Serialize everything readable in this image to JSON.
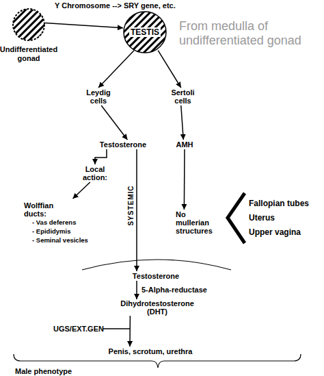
{
  "diagram": {
    "nodes": [
      {
        "text": [
          "Undifferentiated gonad"
        ]
      },
      {
        "text": [
          "TESTIS"
        ]
      },
      {
        "text": [
          "Leydig cells"
        ]
      },
      {
        "text": [
          "Sertoli cells"
        ]
      },
      {
        "text": [
          "Testosterone"
        ]
      },
      {
        "text": [
          "AMH"
        ]
      },
      {
        "text": [
          "Local action:"
        ]
      },
      {
        "text": [
          "Wolffian ducts:",
          "- Vas deferens",
          "- Epididymis",
          "- Seminal vesicles"
        ]
      },
      {
        "text": [
          "No mullerian structures"
        ]
      },
      {
        "text": [
          "Testosterone"
        ]
      },
      {
        "text": [
          "Dihydrotestosterone (DHT)"
        ]
      },
      {
        "text": [
          "Penis, scrotum, urethra"
        ]
      }
    ],
    "edges": [
      {
        "from": 0,
        "to": 1,
        "arrow": "to"
      },
      {
        "from": 1,
        "to": 2,
        "arrow": "to"
      },
      {
        "from": 1,
        "to": 3,
        "arrow": "to"
      },
      {
        "from": 2,
        "to": 4,
        "arrow": "to"
      },
      {
        "from": 3,
        "to": 5,
        "arrow": "to"
      },
      {
        "from": 4,
        "to": 6,
        "arrow": "to"
      },
      {
        "from": 6,
        "to": 7,
        "arrow": "to"
      },
      {
        "from": 4,
        "to": 9,
        "label": "SYSTEMIC",
        "arrow": "to"
      },
      {
        "from": 5,
        "to": 8,
        "arrow": "to"
      },
      {
        "from": 9,
        "to": 10,
        "label": "5-Alpha-reductase",
        "arrow": "to"
      },
      {
        "from": 10,
        "to": 11,
        "label": "UGS/EXT.GEN",
        "arrow": "to"
      }
    ],
    "labels": [
      "Y Chromosome --> SRY gene, etc.",
      "From medulla of undifferentiated gonad",
      "Fallopian tubes",
      "Uterus",
      "Upper vagina",
      "Male phenotype"
    ]
  }
}
